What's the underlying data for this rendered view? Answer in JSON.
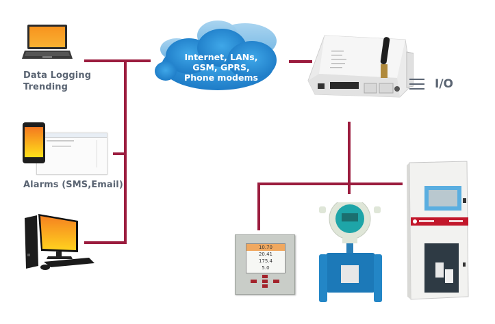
{
  "diagram": {
    "nodes": {
      "laptop": {
        "label_line1": "Data Logging",
        "label_line2": "Trending",
        "icon": "laptop-icon"
      },
      "phone": {
        "label": "Alarms (SMS,Email)",
        "icon": "smartphone-icon"
      },
      "desktop": {
        "icon": "desktop-computer-icon"
      },
      "cloud": {
        "line1": "Internet, LANs,",
        "line2": "GSM, GPRS,",
        "line3": "Phone modems",
        "icon": "cloud-icon"
      },
      "gateway": {
        "icon": "gateway-modem-icon"
      },
      "io": {
        "label": "I/O"
      },
      "controller": {
        "icon": "controller-panel-icon",
        "readings": [
          "10.70",
          "20.41",
          "175.4",
          "5.0"
        ]
      },
      "flowmeter": {
        "icon": "flowmeter-icon"
      },
      "analyzer": {
        "icon": "analyzer-cabinet-icon"
      }
    },
    "colors": {
      "connector": "#9b1c3e",
      "label_text": "#5b6573",
      "cloud": "#2d8fd5"
    }
  }
}
